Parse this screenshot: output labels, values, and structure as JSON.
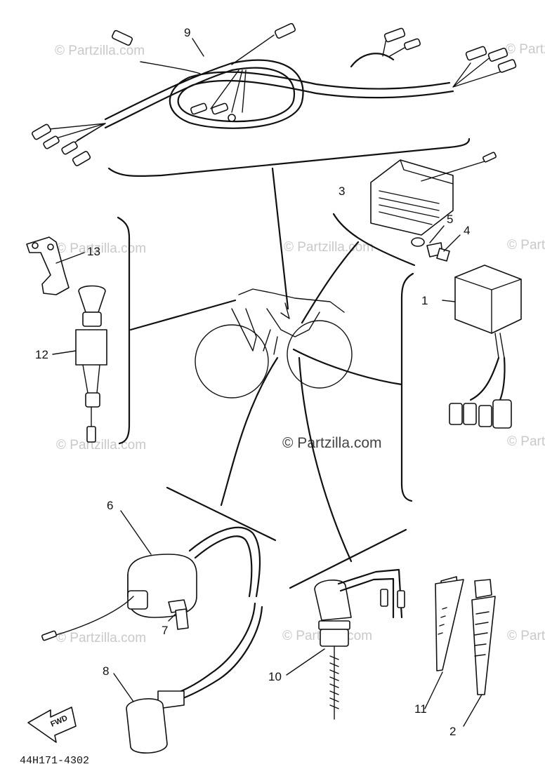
{
  "diagram": {
    "code": "44H171-4302",
    "fwd_label": "FWD",
    "watermark": "© Partzilla.com",
    "callouts": [
      {
        "num": "1"
      },
      {
        "num": "2"
      },
      {
        "num": "3"
      },
      {
        "num": "4"
      },
      {
        "num": "5"
      },
      {
        "num": "6"
      },
      {
        "num": "7"
      },
      {
        "num": "8"
      },
      {
        "num": "9"
      },
      {
        "num": "10"
      },
      {
        "num": "11"
      },
      {
        "num": "12"
      },
      {
        "num": "13"
      }
    ]
  }
}
